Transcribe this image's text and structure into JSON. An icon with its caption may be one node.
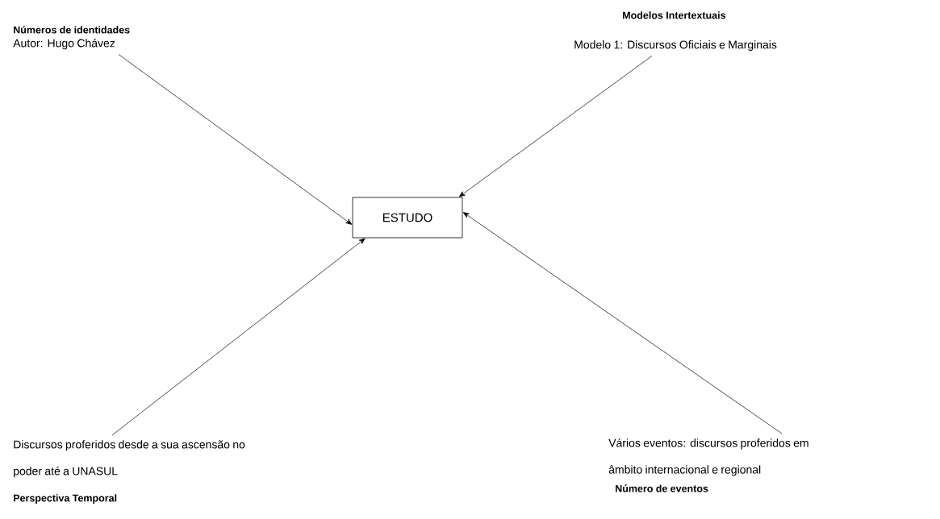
{
  "diagram": {
    "nodes": [
      {
        "text": [
          "Números de identidades",
          "Autor: Hugo Chávez"
        ]
      },
      {
        "text": [
          "Modelos Intertextuais",
          "Modelo 1: Discursos Oficiais e Marginais"
        ]
      },
      {
        "text": [
          "ESTUDO"
        ]
      },
      {
        "text": [
          "Discursos proferidos desde a sua ascensão no poder até a UNASUL",
          "Perspectiva Temporal"
        ]
      },
      {
        "text": [
          "Vários eventos: discursos proferidos em âmbito internacional e regional",
          "Número de eventos"
        ]
      }
    ],
    "edges": [
      {
        "from": 0,
        "to": 2,
        "arrow": "to"
      },
      {
        "from": 1,
        "to": 2,
        "arrow": "to"
      },
      {
        "from": 3,
        "to": 2,
        "arrow": "to"
      },
      {
        "from": 4,
        "to": 2,
        "arrow": "to"
      }
    ]
  }
}
